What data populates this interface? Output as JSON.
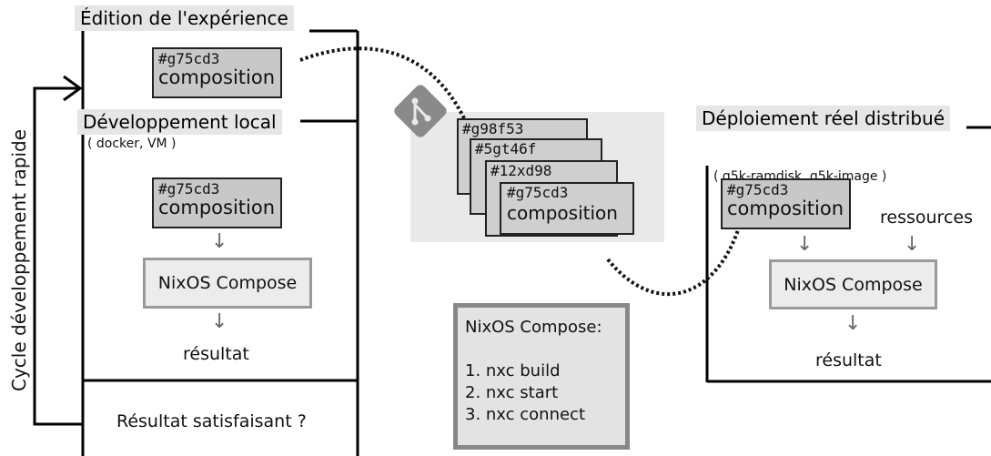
{
  "edition": {
    "header": "Édition de l'expérience",
    "composition": {
      "hash": "#g75cd3",
      "label": "composition"
    }
  },
  "local": {
    "header": "Développement local",
    "subtitle": "( docker, VM )",
    "composition": {
      "hash": "#g75cd3",
      "label": "composition"
    },
    "nixos": "NixOS Compose",
    "result": "résultat",
    "question": "Résultat satisfaisant ?"
  },
  "cycle_label": "Cycle développement rapide",
  "git": {
    "icon": "git-icon",
    "commits": [
      "#g98f53",
      "#5gt46f",
      "#12xd98"
    ],
    "top": {
      "hash": "#g75cd3",
      "label": "composition"
    }
  },
  "commands": {
    "title": "NixOS Compose:",
    "items": [
      "1. nxc build",
      "2. nxc start",
      "3. nxc connect"
    ]
  },
  "deploy": {
    "header": "Déploiement réel distribué",
    "subtitle": "( g5k-ramdisk, g5k-image )",
    "composition": {
      "hash": "#g75cd3",
      "label": "composition"
    },
    "resources": "ressources",
    "nixos": "NixOS Compose",
    "result": "résultat"
  },
  "colors": {
    "box_fill": "#c8c8c8",
    "header_fill": "#e6e6e6",
    "nixos_fill": "#ececec",
    "border_gray": "#888888"
  }
}
